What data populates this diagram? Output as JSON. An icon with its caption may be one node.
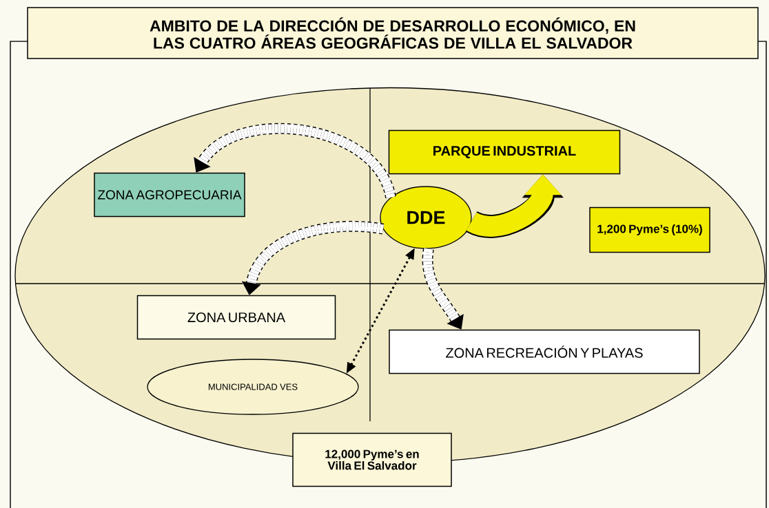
{
  "diagram": {
    "title": "AMBITO DE LA DIRECCIÓN DE DESARROLLO ECONÓMICO, EN LAS CUATRO ÁREAS GEOGRÁFICAS DE VILLA EL SALVADOR",
    "nodes": [
      {
        "text": [],
        "shape": "ellipse"
      },
      {
        "text": [
          "ZONA AGROPECUARIA"
        ],
        "in": 0
      },
      {
        "text": [
          "PARQUE INDUSTRIAL"
        ],
        "in": 0
      },
      {
        "text": [
          "DDE"
        ],
        "in": 0
      },
      {
        "text": [
          "1,200 Pyme’s (10%)"
        ],
        "in": 0
      },
      {
        "text": [
          "ZONA URBANA"
        ],
        "in": 0
      },
      {
        "text": [
          "ZONA RECREACIÓN Y PLAYAS"
        ],
        "in": 0
      },
      {
        "text": [
          "MUNICIPALIDAD VES"
        ],
        "in": 0
      },
      {
        "text": [
          "12,000 Pyme’s en Villa El Salvador"
        ]
      }
    ],
    "edges": [
      {
        "from": 3,
        "to": 1,
        "arrow": "to"
      },
      {
        "from": 3,
        "to": 5,
        "arrow": "to"
      },
      {
        "from": 3,
        "to": 6,
        "arrow": "to"
      },
      {
        "from": 3,
        "to": 2,
        "arrow": "to",
        "style": "thick",
        "color": "#f2ec00"
      },
      {
        "from": 3,
        "to": 7,
        "arrow": "both",
        "style": "dashed",
        "color": "#000000"
      }
    ]
  }
}
